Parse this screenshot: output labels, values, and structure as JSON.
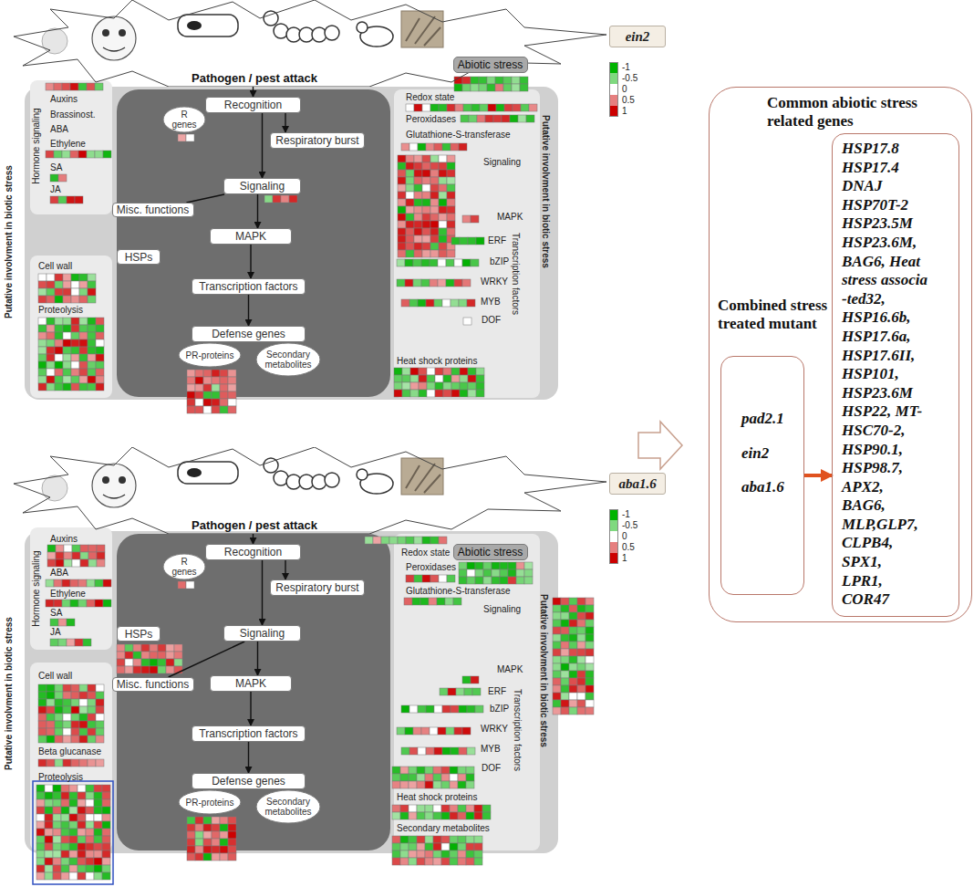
{
  "diagram": {
    "nodes": [
      {
        "text": [
          "Pathogen / pest attack"
        ]
      },
      {
        "text": [
          "ein2"
        ]
      },
      {
        "text": [
          "Abiotic stress"
        ]
      },
      {
        "text": [
          "Recognition"
        ]
      },
      {
        "text": [
          "R genes"
        ]
      },
      {
        "text": [
          "Respiratory burst"
        ]
      },
      {
        "text": [
          "Signaling"
        ]
      },
      {
        "text": [
          "Misc. functions"
        ]
      },
      {
        "text": [
          "HSPs"
        ]
      },
      {
        "text": [
          "MAPK"
        ]
      },
      {
        "text": [
          "Transcription factors"
        ]
      },
      {
        "text": [
          "Defense genes"
        ]
      },
      {
        "text": [
          "PR-proteins"
        ]
      },
      {
        "text": [
          "Secondary metabolites"
        ]
      },
      {
        "text": [
          "Common abiotic stress related genes",
          "HSP17.8",
          "HSP17.4",
          "DNAJ",
          "HSP70T-2",
          "HSP23.5M",
          "HSP23.6M,",
          "BAG6, Heat",
          "stress associa",
          "-ted32,",
          "HSP16.6b,",
          "HSP17.6a,",
          "HSP17.6II,",
          "HSP101,",
          "HSP23.6M",
          "HSP22, MT-",
          "HSC70-2,",
          "HSP90.1,",
          "HSP98.7,",
          "APX2,",
          "BAG6,",
          "MLP,GLP7,",
          "CLPB4,",
          "SPX1,",
          "LPR1,",
          "COR47"
        ]
      },
      {
        "text": [
          "Combined stress treated mutant",
          "pad2.1",
          "ein2",
          "aba1.6"
        ]
      },
      {
        "text": [
          "Pathogen / pest attack"
        ]
      },
      {
        "text": [
          "aba1.6"
        ]
      },
      {
        "text": [
          "Abiotic stress"
        ]
      },
      {
        "text": [
          "Recognition"
        ]
      },
      {
        "text": [
          "R genes"
        ]
      },
      {
        "text": [
          "Respiratory burst"
        ]
      },
      {
        "text": [
          "Signaling"
        ]
      },
      {
        "text": [
          "Misc. functions"
        ]
      },
      {
        "text": [
          "HSPs"
        ]
      },
      {
        "text": [
          "MAPK"
        ]
      },
      {
        "text": [
          "Transcription factors"
        ]
      },
      {
        "text": [
          "Defense genes"
        ]
      },
      {
        "text": [
          "PR-proteins"
        ]
      },
      {
        "text": [
          "Secondary metabolites"
        ]
      }
    ],
    "edges": [
      {
        "from": 0,
        "to": 3,
        "arrow": "to"
      },
      {
        "from": 3,
        "to": 5,
        "arrow": "to"
      },
      {
        "from": 3,
        "to": 6,
        "arrow": "to"
      },
      {
        "from": 6,
        "to": 9,
        "arrow": "to"
      },
      {
        "from": 9,
        "to": 10,
        "arrow": "to"
      },
      {
        "from": 10,
        "to": 11,
        "arrow": "to"
      },
      {
        "from": 7,
        "to": 6,
        "arrow": "none"
      },
      {
        "from": 15,
        "to": 14,
        "arrow": "to"
      },
      {
        "from": 16,
        "to": 19,
        "arrow": "to"
      },
      {
        "from": 19,
        "to": 21,
        "arrow": "to"
      },
      {
        "from": 19,
        "to": 22,
        "arrow": "to"
      },
      {
        "from": 22,
        "to": 25,
        "arrow": "to"
      },
      {
        "from": 25,
        "to": 26,
        "arrow": "to"
      },
      {
        "from": 26,
        "to": 27,
        "arrow": "to"
      },
      {
        "from": 23,
        "to": 22,
        "arrow": "none"
      }
    ],
    "labels": [
      "Hormone signaling",
      "Auxins",
      "Brassinost.",
      "ABA",
      "Ethylene",
      "SA",
      "JA",
      "Cell wall",
      "Proteolysis",
      "Putative involvment in biotic stress",
      "Redox state",
      "Peroxidases",
      "Glutathione-S-transferase",
      "Signaling",
      "MAPK",
      "ERF",
      "bZIP",
      "WRKY",
      "MYB",
      "DOF",
      "Transcription factors",
      "Heat shock proteins",
      "Putative involvment in biotic stress",
      "Hormone signaling",
      "Auxins",
      "ABA",
      "Ethylene",
      "SA",
      "JA",
      "Cell wall",
      "Beta glucanase",
      "Proteolysis",
      "Putative involvment in biotic stress",
      "Redox state",
      "Peroxidases",
      "Glutathione-S-transferase",
      "Signaling",
      "MAPK",
      "ERF",
      "bZIP",
      "WRKY",
      "MYB",
      "DOF",
      "Transcription factors",
      "Heat shock proteins",
      "Secondary metabolites",
      "Putative involvment in biotic stress"
    ],
    "legend": [
      {
        "text": "-1",
        "color": "#00b400"
      },
      {
        "text": "-0.5",
        "color": "#7fd97f"
      },
      {
        "text": "0",
        "color": "#ffffff"
      },
      {
        "text": "0.5",
        "color": "#e67f7f"
      },
      {
        "text": "1",
        "color": "#cc0000"
      },
      {
        "text": "-1",
        "color": "#00b400"
      },
      {
        "text": "-0.5",
        "color": "#7fd97f"
      },
      {
        "text": "0",
        "color": "#ffffff"
      },
      {
        "text": "0.5",
        "color": "#e67f7f"
      },
      {
        "text": "1",
        "color": "#cc0000"
      }
    ]
  }
}
